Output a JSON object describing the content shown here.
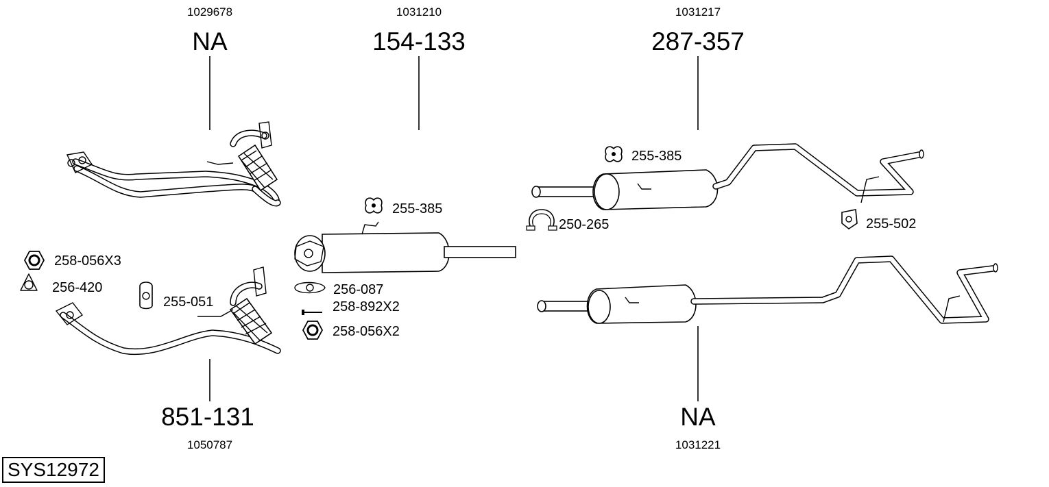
{
  "diagram": {
    "system_id": "SYS12972",
    "assemblies": {
      "front_pipe_top": {
        "number": "1029678",
        "code": "NA"
      },
      "center_silencer": {
        "number": "1031210",
        "code": "154-133"
      },
      "rear_silencer_top": {
        "number": "1031217",
        "code": "287-357"
      },
      "front_pipe_bottom": {
        "number": "1050787",
        "code": "851-131"
      },
      "rear_silencer_bottom": {
        "number": "1031221",
        "code": "NA"
      }
    },
    "parts": {
      "hanger_center": "255-385",
      "hanger_rear": "255-385",
      "clamp": "250-265",
      "rear_mount": "255-502",
      "nut_x3": "258-056X3",
      "gasket_3bolt": "256-420",
      "front_mount": "255-051",
      "gasket_oval": "256-087",
      "bolt": "258-892X2",
      "nut_x2": "258-056X2"
    }
  }
}
